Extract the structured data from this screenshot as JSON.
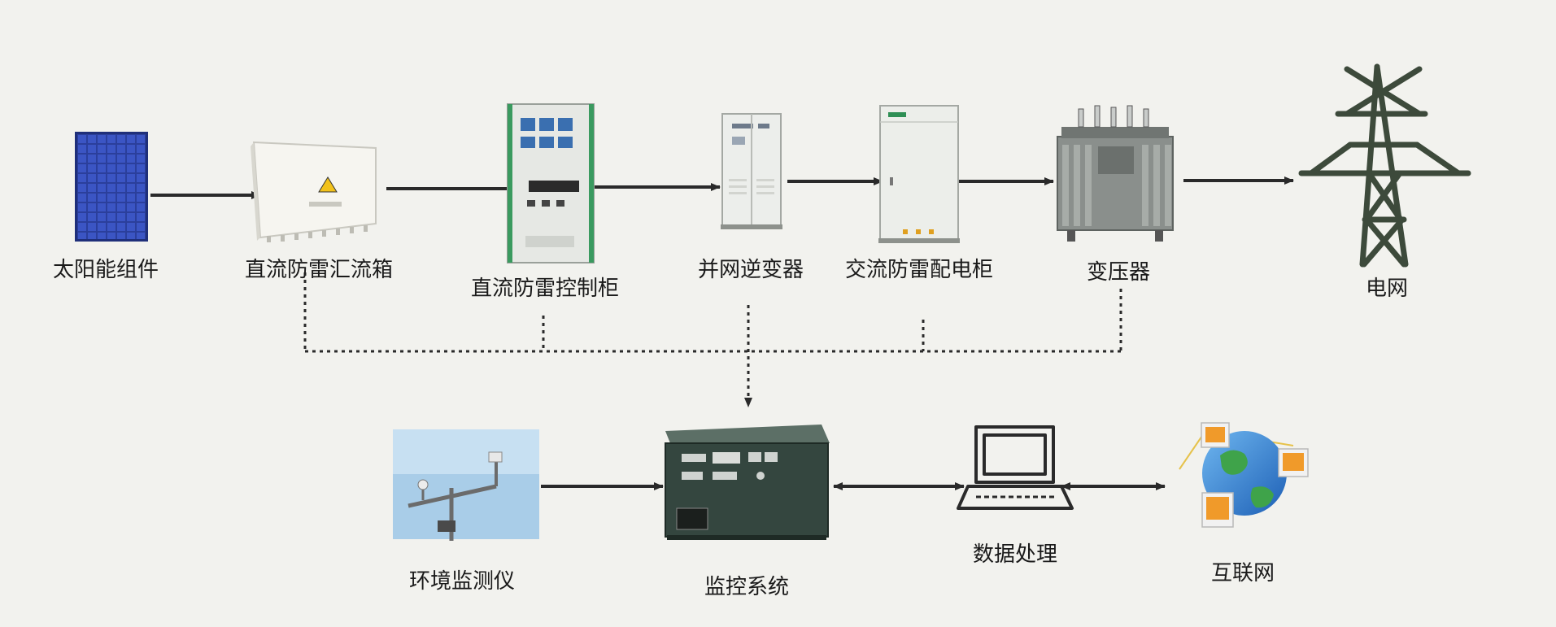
{
  "nodes": {
    "solar_module": "太阳能组件",
    "dc_combiner_box": "直流防雷汇流箱",
    "dc_control_cabinet": "直流防雷控制柜",
    "grid_inverter": "并网逆变器",
    "ac_distribution_cabinet": "交流防雷配电柜",
    "transformer": "变压器",
    "power_grid": "电网",
    "environment_monitor": "环境监测仪",
    "monitoring_system": "监控系统",
    "data_processing": "数据处理",
    "internet": "互联网"
  },
  "colors": {
    "background": "#f2f2ee",
    "arrow": "#2a2a2a",
    "tower": "#3d4a3b",
    "cabinet_body": "#e4e6e2",
    "cabinet_accent": "#2f8f55",
    "device_dark": "#32433d",
    "solar_blue": "#2b3f9c",
    "sky_blue": "#a9cde8",
    "monitor_orange": "#f09a2a"
  }
}
